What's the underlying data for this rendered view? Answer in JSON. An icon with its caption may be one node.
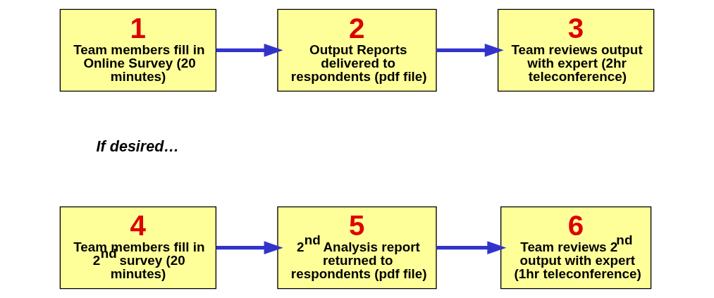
{
  "diagram": {
    "nodes": [
      {
        "text": [
          "1",
          "Team members fill in Online Survey (20 minutes)"
        ]
      },
      {
        "text": [
          "2",
          "Output Reports delivered to respondents (pdf file)"
        ]
      },
      {
        "text": [
          "3",
          "Team reviews output with expert (2hr teleconference)"
        ]
      },
      {
        "text": [
          "4",
          "Team members fill in 2$^{nd}$ survey (20 minutes)"
        ]
      },
      {
        "text": [
          "5",
          "2$^{nd}$ Analysis report returned to respondents (pdf file)"
        ]
      },
      {
        "text": [
          "6",
          "Team reviews 2$^{nd}$ output with expert (1hr teleconference)"
        ]
      }
    ],
    "edges": [
      {
        "from": 0,
        "to": 1,
        "arrow": "to"
      },
      {
        "from": 1,
        "to": 2,
        "arrow": "to"
      },
      {
        "from": 3,
        "to": 4,
        "arrow": "to"
      },
      {
        "from": 4,
        "to": 5,
        "arrow": "to"
      }
    ],
    "labels": [
      "If desired…"
    ]
  }
}
